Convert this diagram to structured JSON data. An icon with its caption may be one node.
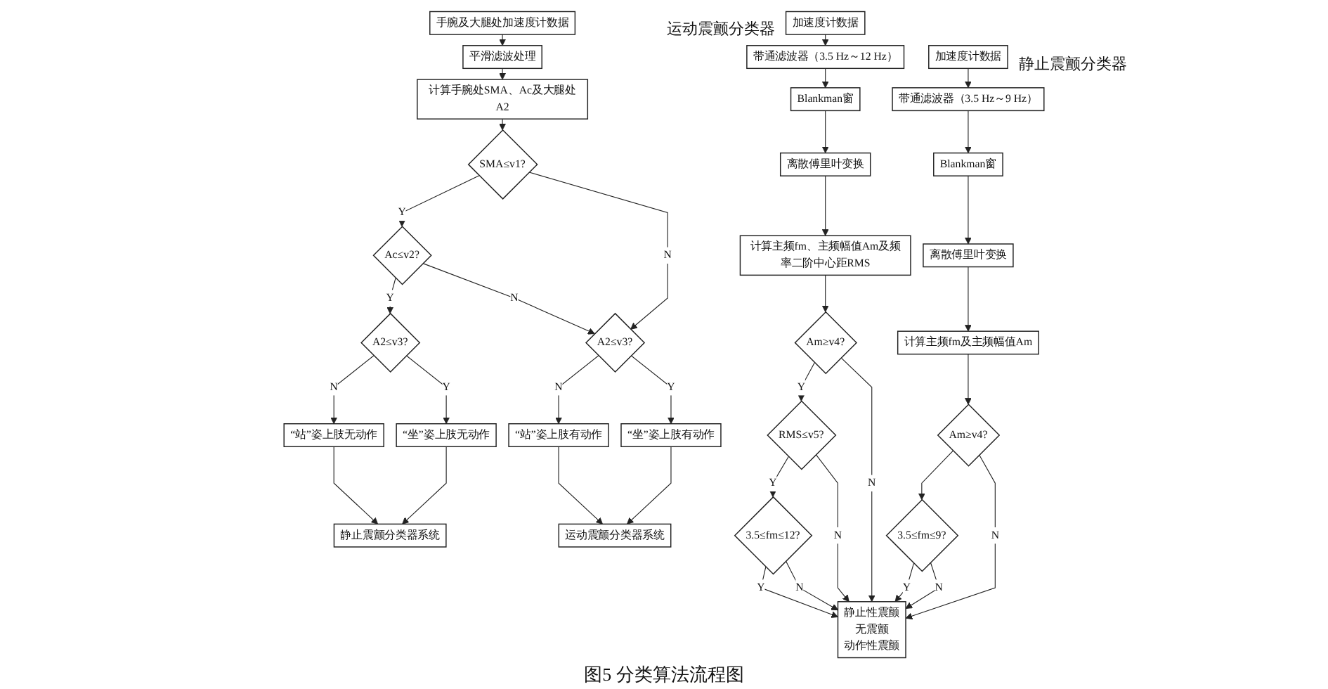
{
  "diagram": {
    "caption": "图5 分类算法流程图",
    "nodes": [
      {
        "text": [
          "手腕及大腿处加速度计数据"
        ]
      },
      {
        "text": [
          "平滑滤波处理"
        ]
      },
      {
        "text": [
          "计算手腕处SMA、Ac及大腿处A2"
        ]
      },
      {
        "text": [
          "SMA≤v1?"
        ]
      },
      {
        "text": [
          "Ac≤v2?"
        ]
      },
      {
        "text": [
          "A2≤v3?"
        ]
      },
      {
        "text": [
          "A2≤v3?"
        ]
      },
      {
        "text": [
          "“坐”姿上肢无动作"
        ]
      },
      {
        "text": [
          "“站”姿上肢无动作"
        ]
      },
      {
        "text": [
          "“坐”姿上肢有动作"
        ]
      },
      {
        "text": [
          "“站”姿上肢有动作"
        ]
      },
      {
        "text": [
          "静止震颤分类器系统"
        ]
      },
      {
        "text": [
          "运动震颤分类器系统"
        ]
      },
      {
        "text": [
          "加速度计数据"
        ]
      },
      {
        "text": [
          "带通滤波器（3.5 Hz～9 Hz）"
        ]
      },
      {
        "text": [
          "Blankman窗"
        ]
      },
      {
        "text": [
          "离散傅里叶变换"
        ]
      },
      {
        "text": [
          "计算主频fm及主频幅值Am"
        ]
      },
      {
        "text": [
          "Am≥v4?"
        ]
      },
      {
        "text": [
          "3.5≤fm≤9?"
        ]
      },
      {
        "text": [
          "加速度计数据"
        ]
      },
      {
        "text": [
          "带通滤波器（3.5 Hz～12 Hz）"
        ]
      },
      {
        "text": [
          "Blankman窗"
        ]
      },
      {
        "text": [
          "离散傅里叶变换"
        ]
      },
      {
        "text": [
          "计算主频fm、主频幅值Am及频率二阶中心距RMS"
        ]
      },
      {
        "text": [
          "Am≥v4?"
        ]
      },
      {
        "text": [
          "RMS≤v5?"
        ]
      },
      {
        "text": [
          "3.5≤fm≤12?"
        ]
      },
      {
        "text": [
          "静止性震颤",
          "无震颤",
          "动作性震颤"
        ]
      }
    ],
    "edges": [
      {
        "from": 0,
        "to": 1,
        "arrow": "to"
      },
      {
        "from": 1,
        "to": 2,
        "arrow": "to"
      },
      {
        "from": 2,
        "to": 3,
        "arrow": "to"
      },
      {
        "from": 3,
        "to": 4,
        "arrow": "to",
        "label": "Y"
      },
      {
        "from": 3,
        "to": 6,
        "arrow": "to",
        "label": "N"
      },
      {
        "from": 4,
        "to": 6,
        "arrow": "to",
        "label": "N"
      },
      {
        "from": 4,
        "to": 5,
        "arrow": "to",
        "label": "Y"
      },
      {
        "from": 5,
        "to": 7,
        "arrow": "to",
        "label": "Y"
      },
      {
        "from": 5,
        "to": 8,
        "arrow": "to",
        "label": "N"
      },
      {
        "from": 6,
        "to": 9,
        "arrow": "to",
        "label": "Y"
      },
      {
        "from": 6,
        "to": 10,
        "arrow": "to",
        "label": "N"
      },
      {
        "from": 7,
        "to": 11,
        "arrow": "to"
      },
      {
        "from": 8,
        "to": 11,
        "arrow": "to"
      },
      {
        "from": 9,
        "to": 12,
        "arrow": "to"
      },
      {
        "from": 10,
        "to": 12,
        "arrow": "to"
      },
      {
        "from": 13,
        "to": 14,
        "arrow": "to"
      },
      {
        "from": 14,
        "to": 15,
        "arrow": "to"
      },
      {
        "from": 15,
        "to": 16,
        "arrow": "to"
      },
      {
        "from": 16,
        "to": 17,
        "arrow": "to"
      },
      {
        "from": 17,
        "to": 18,
        "arrow": "to"
      },
      {
        "from": 18,
        "to": 19,
        "arrow": "to"
      },
      {
        "from": 18,
        "to": 28,
        "arrow": "to",
        "label": "N"
      },
      {
        "from": 19,
        "to": 28,
        "arrow": "to",
        "label": "N"
      },
      {
        "from": 19,
        "to": 28,
        "arrow": "to",
        "label": "Y"
      },
      {
        "from": 20,
        "to": 21,
        "arrow": "to"
      },
      {
        "from": 21,
        "to": 22,
        "arrow": "to"
      },
      {
        "from": 22,
        "to": 23,
        "arrow": "to"
      },
      {
        "from": 23,
        "to": 24,
        "arrow": "to"
      },
      {
        "from": 24,
        "to": 25,
        "arrow": "to"
      },
      {
        "from": 25,
        "to": 26,
        "arrow": "to",
        "label": "Y"
      },
      {
        "from": 26,
        "to": 27,
        "arrow": "to",
        "label": "Y"
      },
      {
        "from": 25,
        "to": 28,
        "arrow": "to",
        "label": "N"
      },
      {
        "from": 26,
        "to": 28,
        "arrow": "to",
        "label": "N"
      },
      {
        "from": 27,
        "to": 28,
        "arrow": "to",
        "label": "N"
      },
      {
        "from": 27,
        "to": 28,
        "arrow": "to",
        "label": "Y"
      }
    ],
    "labels": [
      "静止震颤分类器",
      "运动震颤分类器"
    ]
  }
}
